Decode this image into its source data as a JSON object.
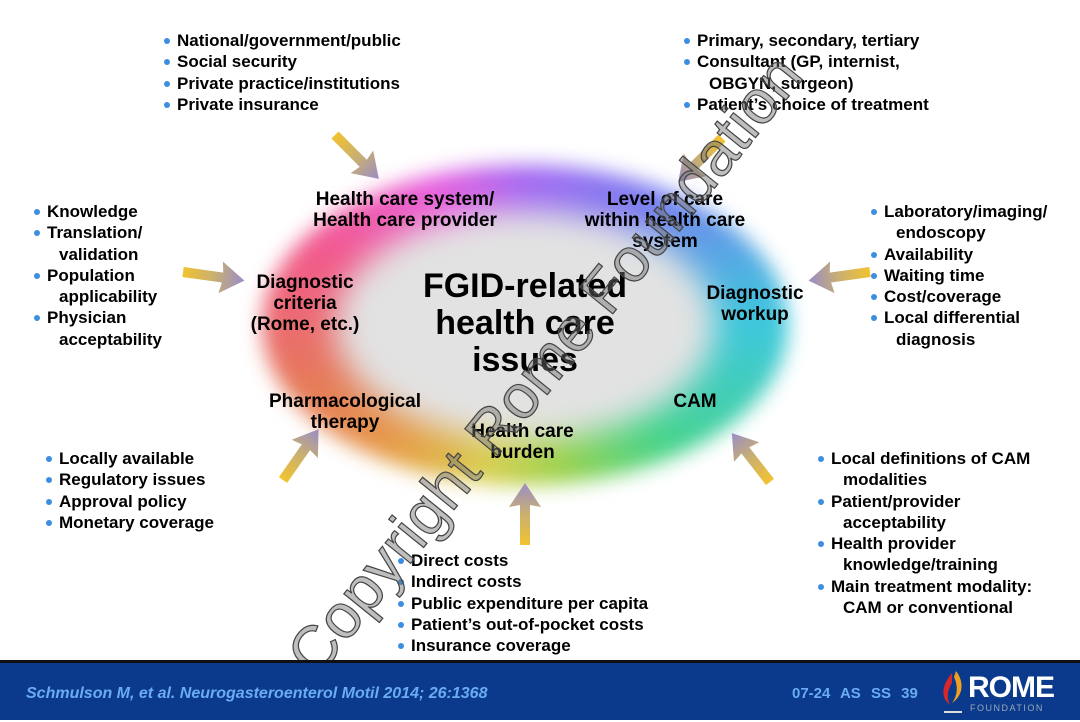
{
  "diagram": {
    "center_title": [
      "FGID-related",
      "health care",
      "issues"
    ],
    "nodes": {
      "health_care_system": [
        "Health care system/",
        "Health care provider"
      ],
      "level_of_care": [
        "Level of care",
        "within health care",
        "system"
      ],
      "diagnostic_criteria": [
        "Diagnostic",
        "criteria",
        "(Rome, etc.)"
      ],
      "diagnostic_workup": [
        "Diagnostic",
        "workup"
      ],
      "pharmacological_therapy": [
        "Pharmacological",
        "therapy"
      ],
      "health_care_burden": [
        "Health care",
        "burden"
      ],
      "cam": [
        "CAM"
      ]
    },
    "lists": {
      "health_care_system": [
        [
          "National/government/public"
        ],
        [
          "Social security"
        ],
        [
          "Private practice/institutions"
        ],
        [
          "Private insurance"
        ]
      ],
      "level_of_care": [
        [
          "Primary, secondary, tertiary"
        ],
        [
          "Consultant (GP, internist,",
          "OBGYN, surgeon)"
        ],
        [
          "Patient’s choice of treatment"
        ]
      ],
      "diagnostic_criteria": [
        [
          "Knowledge"
        ],
        [
          "Translation/",
          "validation"
        ],
        [
          "Population",
          "applicability"
        ],
        [
          "Physician",
          "acceptability"
        ]
      ],
      "diagnostic_workup": [
        [
          "Laboratory/imaging/",
          "endoscopy"
        ],
        [
          "Availability"
        ],
        [
          "Waiting time"
        ],
        [
          "Cost/coverage"
        ],
        [
          "Local differential",
          "diagnosis"
        ]
      ],
      "pharmacological_therapy": [
        [
          "Locally available"
        ],
        [
          "Regulatory issues"
        ],
        [
          "Approval policy"
        ],
        [
          "Monetary coverage"
        ]
      ],
      "health_care_burden": [
        [
          "Direct costs"
        ],
        [
          "Indirect costs"
        ],
        [
          "Public expenditure per capita"
        ],
        [
          "Patient’s out-of-pocket costs"
        ],
        [
          "Insurance coverage"
        ]
      ],
      "cam": [
        [
          "Local definitions of CAM",
          "modalities"
        ],
        [
          "Patient/provider",
          "acceptability"
        ],
        [
          "Health provider",
          "knowledge/training"
        ],
        [
          "Main treatment modality:",
          "CAM or conventional"
        ]
      ]
    }
  },
  "watermark": "Copyright Rome Foundation",
  "footer": {
    "citation": "Schmulson M, et al. Neurogasteroenterol Motil 2014; 26:1368",
    "slide_code": "07-24  AS  SS 39",
    "logo_text": "ROME",
    "logo_subtext": "FOUNDATION"
  },
  "colors": {
    "bullet": "#3c8fe0",
    "footer_bg": "#0b3a8c",
    "footer_text": "#6aacf2"
  }
}
